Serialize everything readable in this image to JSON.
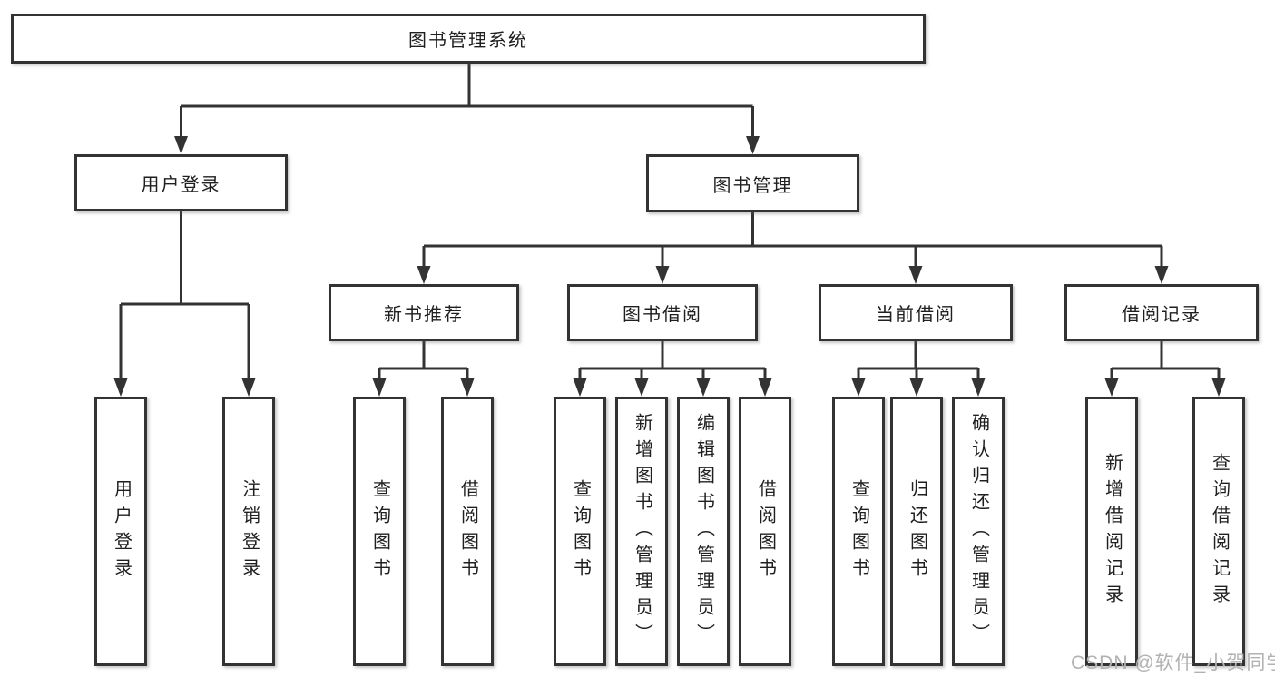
{
  "tree": {
    "root": {
      "label": "图书管理系统",
      "children": [
        {
          "label": "用户登录",
          "children": [
            {
              "label": "用户登录"
            },
            {
              "label": "注销登录"
            }
          ]
        },
        {
          "label": "图书管理",
          "children": [
            {
              "label": "新书推荐",
              "children": [
                {
                  "label": "查询图书"
                },
                {
                  "label": "借阅图书"
                }
              ]
            },
            {
              "label": "图书借阅",
              "children": [
                {
                  "label": "查询图书"
                },
                {
                  "label": "新增图书（管理员）"
                },
                {
                  "label": "编辑图书（管理员）"
                },
                {
                  "label": "借阅图书"
                }
              ]
            },
            {
              "label": "当前借阅",
              "children": [
                {
                  "label": "查询图书"
                },
                {
                  "label": "归还图书"
                },
                {
                  "label": "确认归还（管理员）"
                }
              ]
            },
            {
              "label": "借阅记录",
              "children": [
                {
                  "label": "新增借阅记录"
                },
                {
                  "label": "查询借阅记录"
                }
              ]
            }
          ]
        }
      ]
    }
  },
  "watermark": "CSDN @软件_小贺同学",
  "colors": {
    "line": "#333333",
    "box_border": "#333333",
    "box_fill": "#ffffff",
    "text": "#1f1f1f",
    "watermark": "#b2b2b2",
    "background": "#ffffff"
  }
}
